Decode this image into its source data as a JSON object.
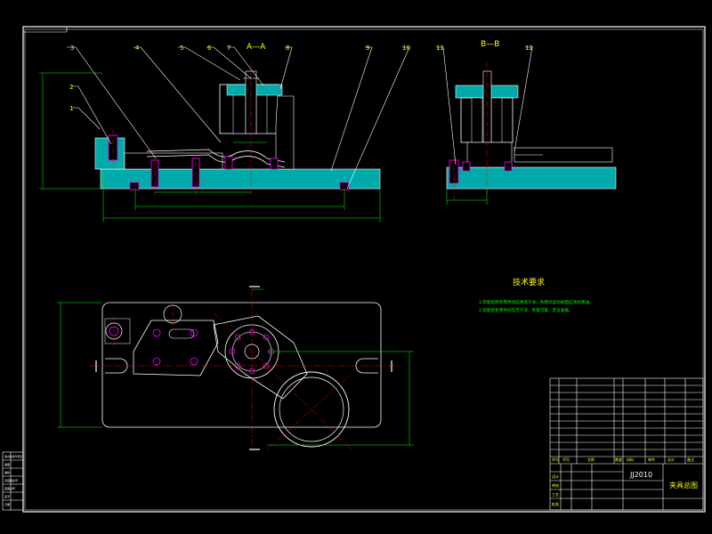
{
  "drawing": {
    "section_a_label": "A—A",
    "section_b_label": "B—B",
    "tech_req_title": "技术要求",
    "tech_req_lines": [
      "1.装配前所有零件均应清洗干净，各相对运动表面应涂润滑油。",
      "2.装配后各零件间应无干涉，夹紧可靠，定位准确。"
    ],
    "part_numbers_a": [
      "1",
      "2",
      "3",
      "4",
      "5",
      "6",
      "7",
      "8",
      "9",
      "10"
    ],
    "part_numbers_b": [
      "11",
      "12"
    ],
    "title_block": {
      "drawing_name": "夹具总图",
      "drawing_code": "JJ2010",
      "headers": [
        "序号",
        "代号",
        "名称",
        "数量",
        "材料",
        "单件",
        "总计",
        "备注"
      ],
      "signature_rows": [
        "设计",
        "审核",
        "工艺",
        "批准"
      ]
    },
    "side_labels": [
      "借(通)用件登记",
      "描图",
      "描校",
      "旧底图总号",
      "底图总号",
      "签字",
      "日期"
    ]
  },
  "colors": {
    "background": "#000000",
    "outline": "#ffffff",
    "part": "#00ffff",
    "dimension": "#00ff00",
    "centerline": "#ff0000",
    "text": "#ffff00",
    "hatch": "#00ffff",
    "hole": "#ff00ff"
  }
}
